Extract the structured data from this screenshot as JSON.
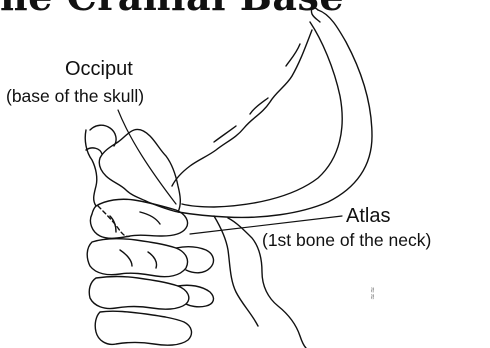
{
  "title": "he Cranial Base",
  "labels": {
    "occiput_name": "Occiput",
    "occiput_desc": "(base of the skull)",
    "atlas_name": "Atlas",
    "atlas_desc": "(1st bone of the neck)"
  },
  "colors": {
    "ink": "#111111",
    "background": "#ffffff"
  }
}
